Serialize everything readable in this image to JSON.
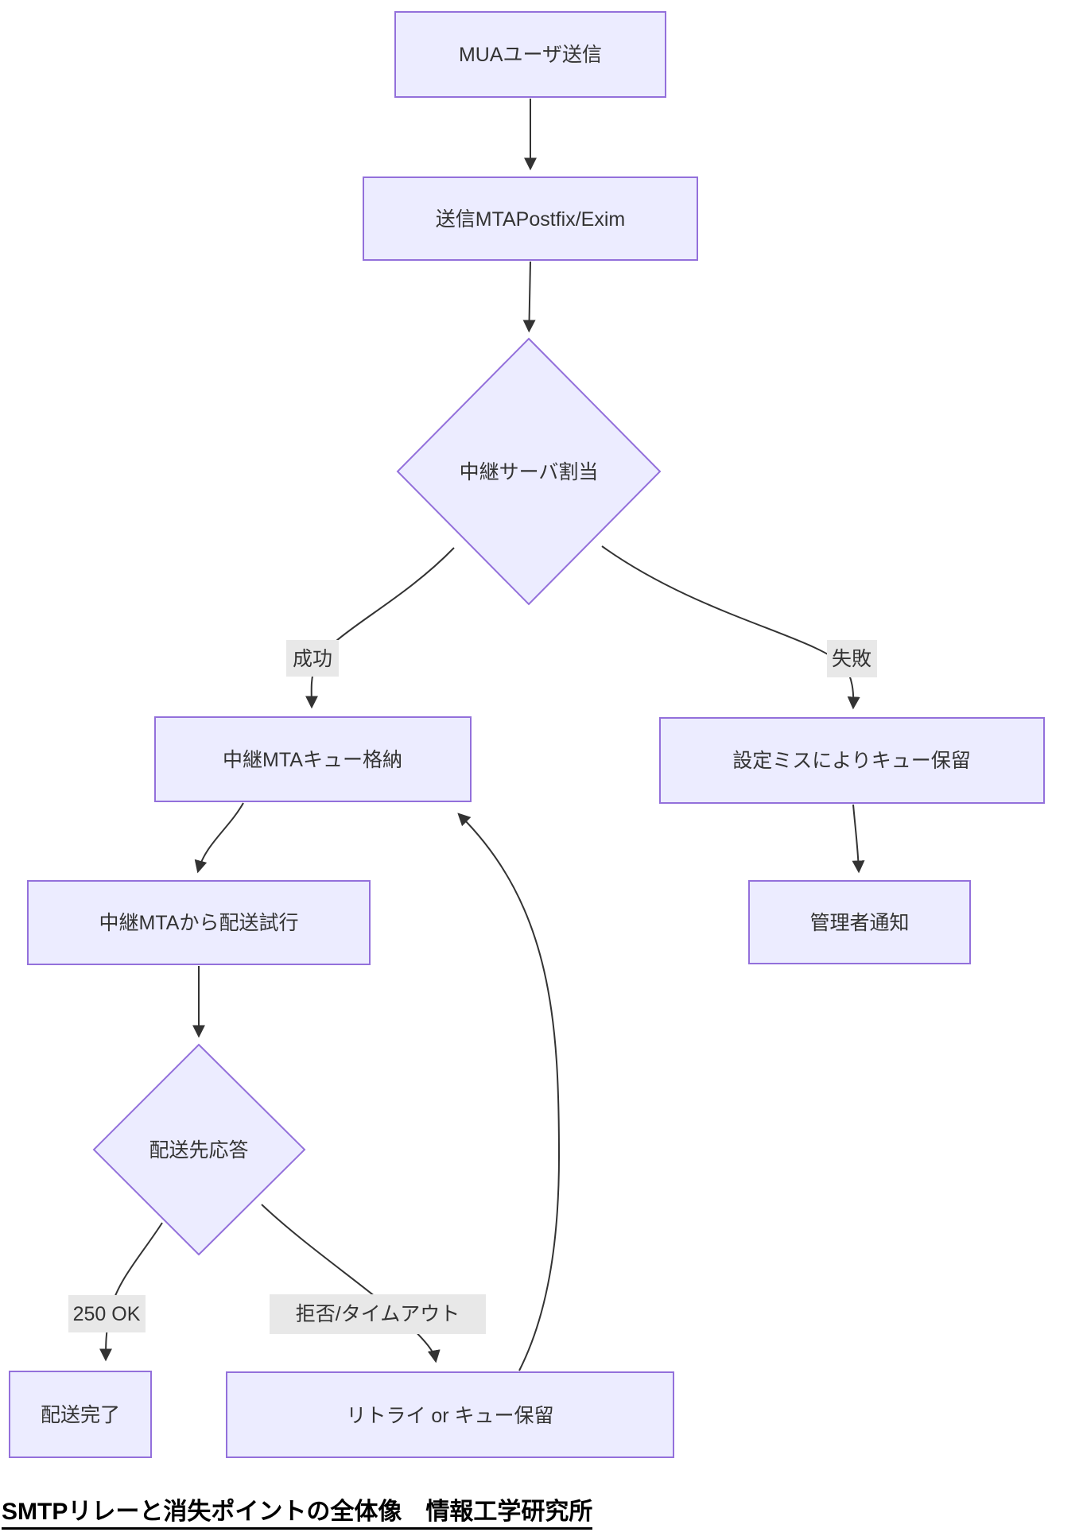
{
  "diagram": {
    "title": "SMTPリレーと消失ポイントの全体像　情報工学研究所",
    "nodes": {
      "mua": {
        "label": "MUAユーザ送信"
      },
      "send_mta": {
        "label": "送信MTAPostfix/Exim"
      },
      "relay_assign": {
        "label": "中継サーバ割当"
      },
      "relay_queue": {
        "label": "中継MTAキュー格納"
      },
      "config_miss_hold": {
        "label": "設定ミスによりキュー保留"
      },
      "admin_notify": {
        "label": "管理者通知"
      },
      "delivery_attempt": {
        "label": "中継MTAから配送試行"
      },
      "dest_response": {
        "label": "配送先応答"
      },
      "delivery_done": {
        "label": "配送完了"
      },
      "retry_hold": {
        "label": "リトライ or キュー保留"
      }
    },
    "edge_labels": {
      "success": "成功",
      "failure": "失敗",
      "ok250": "250 OK",
      "reject_timeout": "拒否/タイムアウト"
    },
    "colors": {
      "node_fill": "#ECECFF",
      "node_border": "#9370DB",
      "edge_stroke": "#333333",
      "edge_label_bg": "#e8e8e8",
      "text": "#333333"
    }
  }
}
